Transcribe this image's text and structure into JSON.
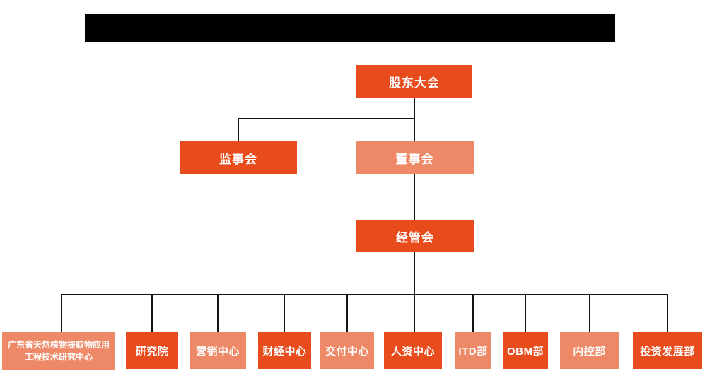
{
  "colors": {
    "primary_dark_orange": "#e84c1d",
    "secondary_light_orange": "#ed8967",
    "line": "#141414",
    "title_bar": "#000000",
    "node_text": "#ffffff",
    "background": "#ffffff"
  },
  "header": {
    "note": "redacted-black-bar"
  },
  "org": {
    "nodes": [
      {
        "id": "shareholders",
        "label": "股东大会",
        "level": 1,
        "variant": "dark"
      },
      {
        "id": "supervisory-board",
        "label": "监事会",
        "level": 2,
        "variant": "dark"
      },
      {
        "id": "board-of-directors",
        "label": "董事会",
        "level": 2,
        "variant": "light"
      },
      {
        "id": "management-committee",
        "label": "经管会",
        "level": 3,
        "variant": "dark"
      },
      {
        "id": "research-center",
        "label": "广东省天然植物提取物应用工程技术研究中心",
        "level": 4,
        "variant": "light"
      },
      {
        "id": "research-institute",
        "label": "研究院",
        "level": 4,
        "variant": "dark"
      },
      {
        "id": "marketing-center",
        "label": "营销中心",
        "level": 4,
        "variant": "light"
      },
      {
        "id": "finance-center",
        "label": "财经中心",
        "level": 4,
        "variant": "dark"
      },
      {
        "id": "delivery-center",
        "label": "交付中心",
        "level": 4,
        "variant": "light"
      },
      {
        "id": "hr-center",
        "label": "人资中心",
        "level": 4,
        "variant": "dark"
      },
      {
        "id": "itd-dept",
        "label": "ITD部",
        "level": 4,
        "variant": "light"
      },
      {
        "id": "obm-dept",
        "label": "OBM部",
        "level": 4,
        "variant": "dark"
      },
      {
        "id": "internal-control-dept",
        "label": "内控部",
        "level": 4,
        "variant": "light"
      },
      {
        "id": "investment-dev-dept",
        "label": "投资发展部",
        "level": 4,
        "variant": "dark"
      }
    ],
    "edges": [
      [
        "股东大会",
        "监事会"
      ],
      [
        "股东大会",
        "董事会"
      ],
      [
        "董事会",
        "经管会"
      ],
      [
        "经管会",
        "广东省天然植物提取物应用工程技术研究中心"
      ],
      [
        "经管会",
        "研究院"
      ],
      [
        "经管会",
        "营销中心"
      ],
      [
        "经管会",
        "财经中心"
      ],
      [
        "经管会",
        "交付中心"
      ],
      [
        "经管会",
        "人资中心"
      ],
      [
        "经管会",
        "ITD部"
      ],
      [
        "经管会",
        "OBM部"
      ],
      [
        "经管会",
        "内控部"
      ],
      [
        "经管会",
        "投资发展部"
      ]
    ]
  }
}
